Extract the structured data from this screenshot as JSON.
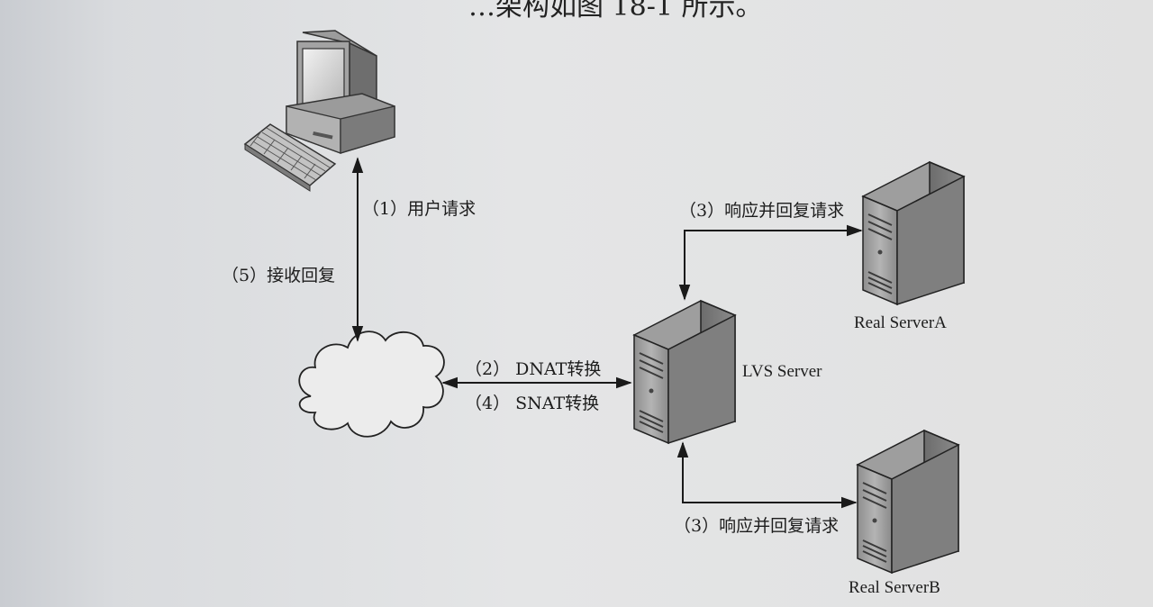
{
  "page": {
    "top_text": "…架构如图 18-1 所示。"
  },
  "diagram": {
    "edges": {
      "user_request": "（1）用户请求",
      "receive_reply": "（5）接收回复",
      "dnat": "（2）  DNAT转换",
      "snat": "（4）  SNAT转换",
      "respond_a": "（3）响应并回复请求",
      "respond_b": "（3）响应并回复请求"
    },
    "nodes": {
      "lvs": "LVS Server",
      "server_a": "Real ServerA",
      "server_b": "Real ServerB"
    },
    "icons": [
      "computer-icon",
      "cloud-icon",
      "server-icon"
    ]
  }
}
